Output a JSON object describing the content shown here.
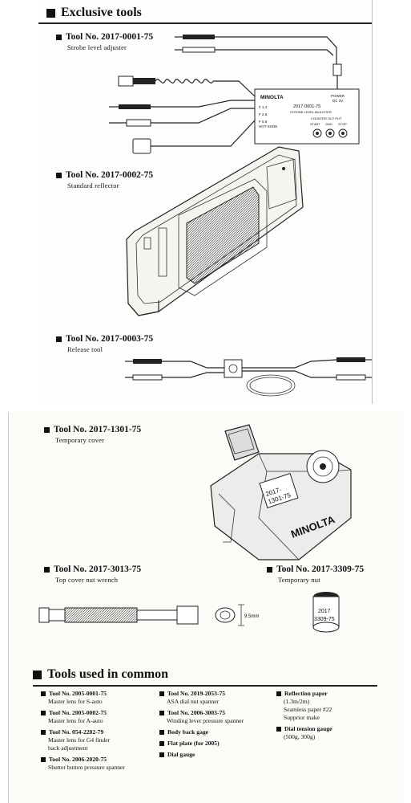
{
  "page1": {
    "section_title": "Exclusive tools",
    "tools": [
      {
        "number": "Tool No. 2017-0001-75",
        "name": "Strobe level adjuster"
      },
      {
        "number": "Tool No. 2017-0002-75",
        "name": "Standard reflector"
      },
      {
        "number": "Tool No. 2017-0003-75",
        "name": "Release tool"
      }
    ],
    "adjuster_panel": {
      "brand": "MINOLTA",
      "model": "2017-0001-75",
      "caption": "STROBE LEVEL ADJUSTER",
      "power": "POWER",
      "power_spec": "DC 3V",
      "counter": "COUNTER OUT PUT",
      "start": "START",
      "gnd": "GND",
      "stop": "STOP",
      "f1": "F 1.4",
      "f2": "F 2.8",
      "f3": "F 5.6",
      "hot_shoe": "HOT SHOE"
    }
  },
  "page2": {
    "tools": [
      {
        "number": "Tool No. 2017-1301-75",
        "name": "Temporary cover"
      },
      {
        "number": "Tool No. 2017-3013-75",
        "name": "Top cover nut wrench"
      },
      {
        "number": "Tool No. 2017-3309-75",
        "name": "Temporary nut"
      }
    ],
    "wrench_dimension": "9.5mm",
    "nut_label_line1": "2017",
    "nut_label_line2": "3309-75",
    "cover_label_line1": "2017-",
    "cover_label_line2": "1301-75",
    "camera_brand": "MINOLTA",
    "common_title": "Tools used in common",
    "common_col1": [
      {
        "number": "Tool No. 2005-0001-75",
        "name": "Master lens for S-auto"
      },
      {
        "number": "Tool No. 2005-0002-75",
        "name": "Master lens for A-auto"
      },
      {
        "number": "Tool No. 054-2202-79",
        "name": "Master lens for G4 finder",
        "name2": "back adjustment"
      },
      {
        "number": "Tool No. 2006-2020-75",
        "name": "Shutter button pressure spanner"
      }
    ],
    "common_col2": [
      {
        "number": "Tool No. 2019-2053-75",
        "name": "ASA dial nut spanner"
      },
      {
        "number": "Tool No. 2006-3003-75",
        "name": "Winding lever pressure spanner"
      },
      {
        "number": "Body back gage"
      },
      {
        "number": "Flat plate (for 2005)"
      },
      {
        "number": "Dial gauge"
      }
    ],
    "common_col3": [
      {
        "number": "Reflection paper",
        "name": "(1.3m/2m)"
      },
      {
        "number": "Seamless paper #22",
        "name": "Supprior make"
      },
      {
        "number": "Dial tension gauge",
        "name": "(500g, 300g)"
      }
    ]
  }
}
